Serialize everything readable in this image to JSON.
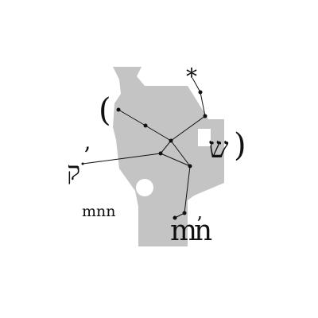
{
  "colors": {
    "background": "#ffffff",
    "shape": "#c4c4c4",
    "ink": "#111111"
  },
  "labels": {
    "star": "*",
    "paren_open": "(",
    "paren_close": ")",
    "shin": "ש",
    "qof": "ק",
    "apostrophe": "’",
    "mnn": "mnn",
    "mn_m": "m",
    "mn_n": "n",
    "mn_mark": "’"
  }
}
